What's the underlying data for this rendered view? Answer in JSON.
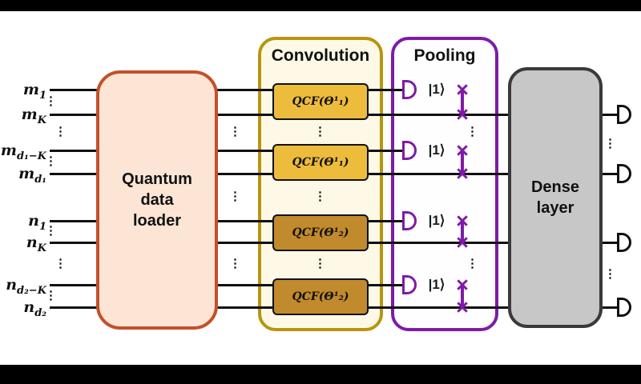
{
  "diagram": {
    "inputs": [
      {
        "base": "m",
        "sub": "1"
      },
      {
        "base": "m",
        "sub": "K"
      },
      {
        "base": "m",
        "sub": "d₁−K"
      },
      {
        "base": "m",
        "sub": "d₁"
      },
      {
        "base": "n",
        "sub": "1"
      },
      {
        "base": "n",
        "sub": "K"
      },
      {
        "base": "n",
        "sub": "d₂−K"
      },
      {
        "base": "n",
        "sub": "d₂"
      }
    ],
    "loader": {
      "label": "Quantum data loader",
      "border_color": "#c4502a",
      "fill_color": "#fce5d5"
    },
    "convolution": {
      "title": "Convolution",
      "border_color": "#b8950e",
      "fill_color": "#fdf9e6",
      "filters": [
        {
          "label": "QCF(Θ¹₁)",
          "fill_color": "#eebc3c"
        },
        {
          "label": "QCF(Θ¹₁)",
          "fill_color": "#eebc3c"
        },
        {
          "label": "QCF(Θ¹₂)",
          "fill_color": "#c18a2c"
        },
        {
          "label": "QCF(Θ¹₂)",
          "fill_color": "#c18a2c"
        }
      ]
    },
    "pooling": {
      "title": "Pooling",
      "border_color": "#7e1ba6",
      "fill_color": "#fefeff",
      "ket_label": "|1⟩",
      "x_gate": "×"
    },
    "dense": {
      "label": "Dense layer",
      "fill_color": "#c7c7c7",
      "border_color": "#3a3a3a"
    },
    "ellipsis": "⋮"
  }
}
